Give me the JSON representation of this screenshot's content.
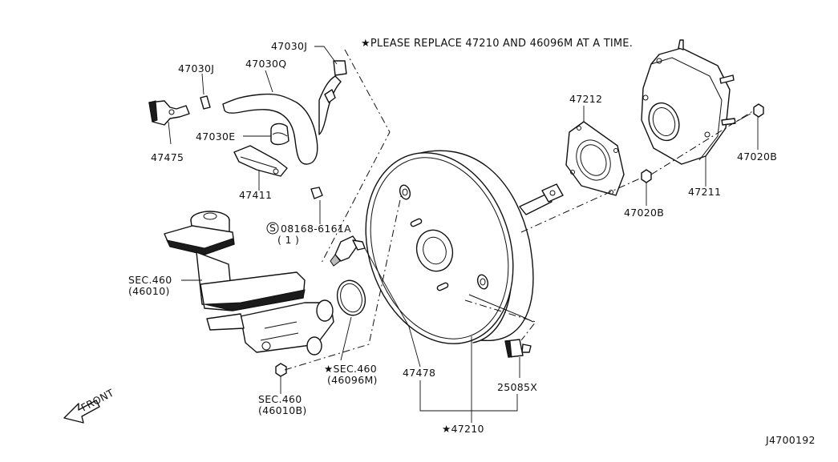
{
  "note": "★PLEASE REPLACE 47210 AND 46096M AT A TIME.",
  "labels": {
    "p47030J_top": "47030J",
    "p47030J_left": "47030J",
    "p47030Q": "47030Q",
    "p47030E": "47030E",
    "p47475": "47475",
    "p47411": "47411",
    "bolt_code": "08168-6161A",
    "bolt_circle": "S",
    "bolt_qty": "( 1 )",
    "sec460_a1": "SEC.460",
    "sec460_a2": "(46010)",
    "sec460_b1": "★SEC.460",
    "sec460_b2": "(46096M)",
    "sec460_c1": "SEC.460",
    "sec460_c2": "(46010B)",
    "p47212": "47212",
    "p47211": "47211",
    "p47020B_right": "47020B",
    "p47020B_mid": "47020B",
    "p47478": "47478",
    "p25085X": "25085X",
    "p47210": "★47210",
    "front": "FRONT",
    "diagram_id": "J4700192"
  }
}
